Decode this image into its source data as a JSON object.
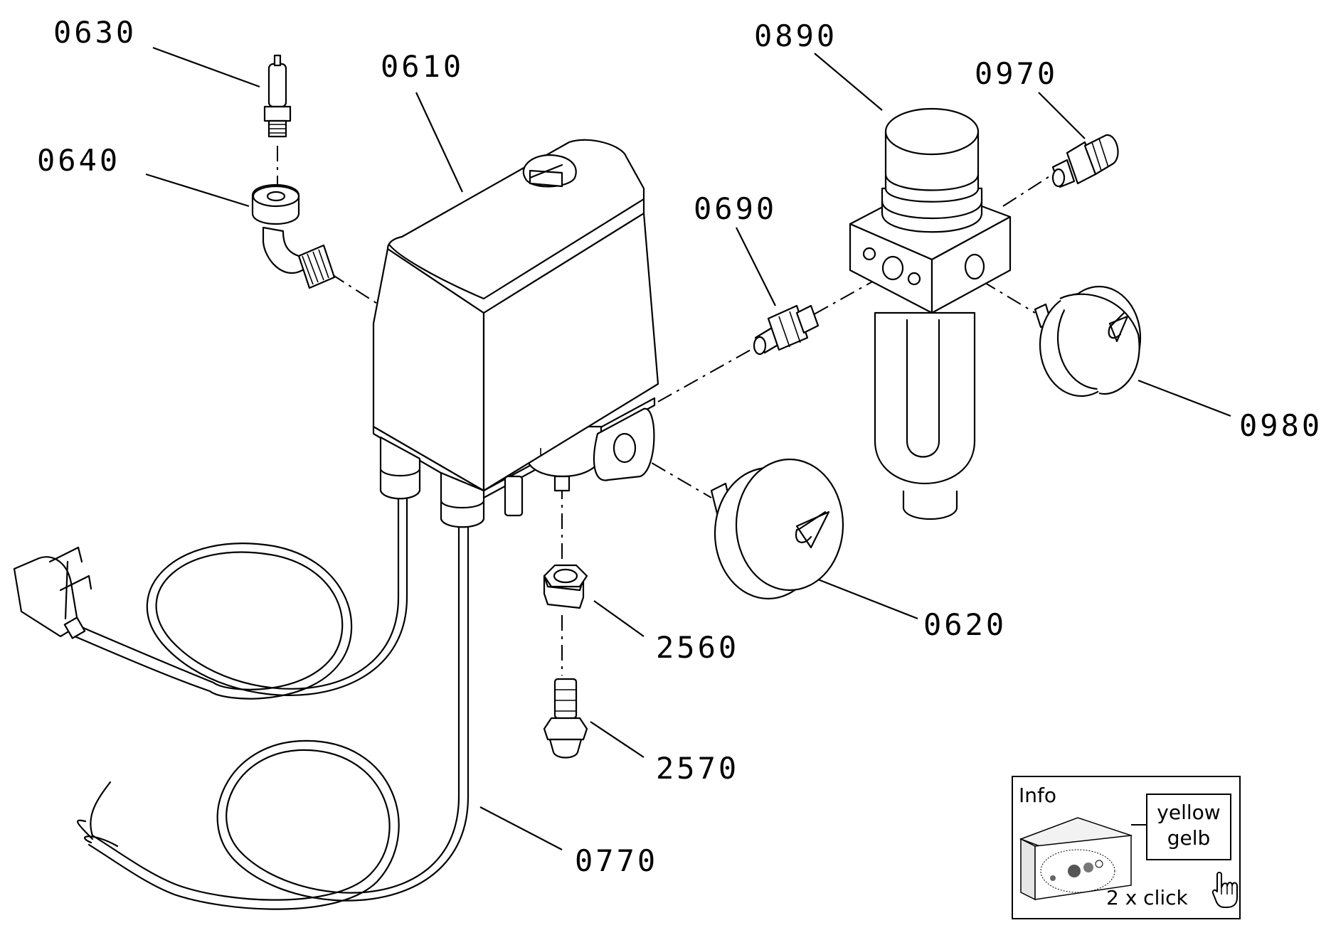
{
  "parts": {
    "p0630": "0630",
    "p0610": "0610",
    "p0640": "0640",
    "p0890": "0890",
    "p0970": "0970",
    "p0690": "0690",
    "p0980": "0980",
    "p0620": "0620",
    "p2560": "2560",
    "p2570": "2570",
    "p0770": "0770"
  },
  "info_box": {
    "title": "Info",
    "color_en": "yellow",
    "color_de": "gelb",
    "action": "2 x click",
    "icon": "hand-pointer-icon"
  },
  "colors": {
    "ink": "#000000",
    "paper": "#ffffff"
  }
}
